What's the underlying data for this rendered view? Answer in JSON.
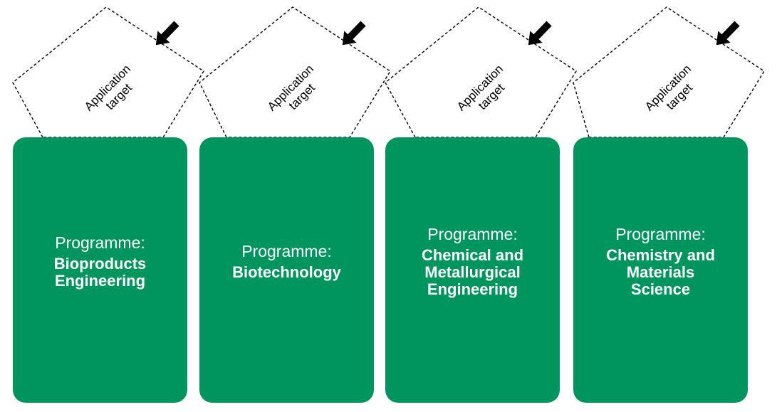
{
  "target_label_line1": "Application",
  "target_label_line2": "target",
  "programme_prefix": "Programme:",
  "programmes": [
    {
      "name": "Bioproducts\nEngineering"
    },
    {
      "name": "Biotechnology"
    },
    {
      "name": "Chemical and\nMetallurgical\nEngineering"
    },
    {
      "name": "Chemistry and\nMaterials\nScience"
    }
  ],
  "colors": {
    "box_fill": "#00955e",
    "box_text": "#ffffff",
    "arrow": "#000000",
    "dashed_outline": "#000000"
  }
}
